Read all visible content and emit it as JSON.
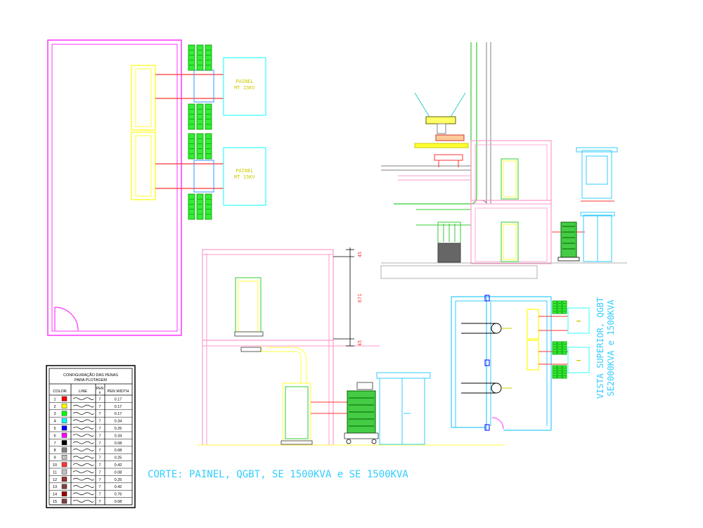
{
  "labels": {
    "painel_top": [
      "PAINEL",
      "MT 15KV"
    ],
    "painel_bottom": [
      "PAINEL",
      "MT 15KV"
    ],
    "dim_top": "45",
    "dim_mid": "671",
    "dim_bottom": "45",
    "caption": "CORTE: PAINEL, QGBT, SE 1500KVA e SE 1500KVA",
    "vista": [
      "VISTA SUPERIOR, QGBT",
      "SE2000KVA e 1500KVA"
    ]
  },
  "legend": {
    "title": [
      "CONFIGURAÇÃO DAS PENAS",
      "PARA PLOTAGEM"
    ],
    "headers": {
      "color": "COLOR",
      "line": "LINE",
      "pen": "PEN",
      "pen_sub": "n",
      "width": "PEN WIDTH"
    },
    "rows": [
      {
        "num": "1",
        "color": "#ff0000",
        "pen": "7",
        "width": "0.17"
      },
      {
        "num": "2",
        "color": "#ffff00",
        "pen": "7",
        "width": "0.17"
      },
      {
        "num": "3",
        "color": "#00ff00",
        "pen": "7",
        "width": "0.17"
      },
      {
        "num": "4",
        "color": "#00ffff",
        "pen": "7",
        "width": "0.34"
      },
      {
        "num": "5",
        "color": "#0000ff",
        "pen": "7",
        "width": "0.25"
      },
      {
        "num": "6",
        "color": "#ff00ff",
        "pen": "7",
        "width": "0.34"
      },
      {
        "num": "7",
        "color": "#000000",
        "pen": "7",
        "width": "0.08"
      },
      {
        "num": "8",
        "color": "#808080",
        "pen": "7",
        "width": "0.08"
      },
      {
        "num": "9",
        "color": "#c0c0c0",
        "pen": "7",
        "width": "0.25"
      },
      {
        "num": "10",
        "color": "#ff3333",
        "pen": "7",
        "width": "0.42"
      },
      {
        "num": "11",
        "color": "#c0c0c0",
        "pen": "7",
        "width": "0.08"
      },
      {
        "num": "12",
        "color": "#993333",
        "pen": "7",
        "width": "0.25"
      },
      {
        "num": "13",
        "color": "#804040",
        "pen": "7",
        "width": "0.42"
      },
      {
        "num": "14",
        "color": "#990000",
        "pen": "7",
        "width": "0.76"
      },
      {
        "num": "15",
        "color": "#804040",
        "pen": "7",
        "width": "0.08"
      }
    ]
  },
  "colors": {
    "magenta": "#ff33ff",
    "pink": "#ff99cc",
    "yellow": "#ffff66",
    "green": "#33cc33",
    "cyan": "#33ccff",
    "red": "#ff3333",
    "gray": "#b0b0b0"
  }
}
